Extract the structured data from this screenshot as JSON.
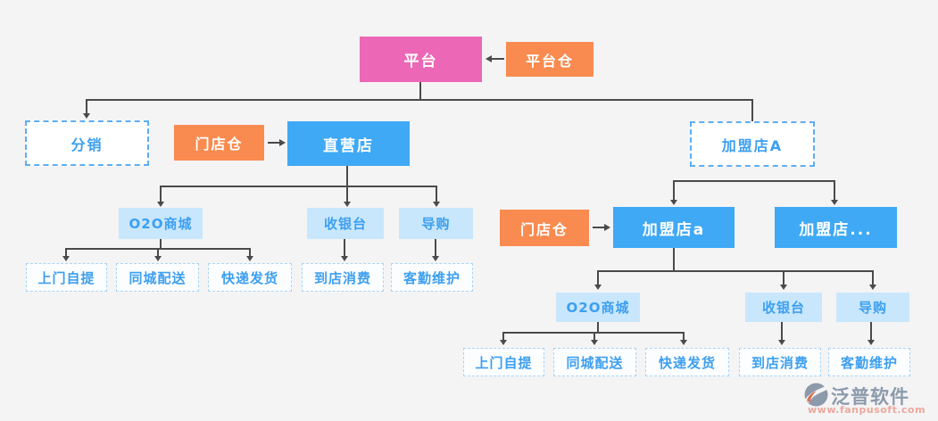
{
  "diagram": {
    "nodes": {
      "platform": {
        "label": "平台"
      },
      "platform_warehouse": {
        "label": "平台仓"
      },
      "distribution": {
        "label": "分销"
      },
      "store_warehouse_left": {
        "label": "门店仓"
      },
      "direct_store": {
        "label": "直营店"
      },
      "franchise_store_A": {
        "label": "加盟店A"
      },
      "o2o_mall_left": {
        "label": "O2O商城"
      },
      "cashier_left": {
        "label": "收银台"
      },
      "shopping_guide_left": {
        "label": "导购"
      },
      "pickup_left": {
        "label": "上门自提"
      },
      "city_delivery_left": {
        "label": "同城配送"
      },
      "express_left": {
        "label": "快递发货"
      },
      "instore_left": {
        "label": "到店消费"
      },
      "care_left": {
        "label": "客勤维护"
      },
      "store_warehouse_right": {
        "label": "门店仓"
      },
      "franchise_store_a": {
        "label": "加盟店a"
      },
      "franchise_store_more": {
        "label": "加盟店..."
      },
      "o2o_mall_right": {
        "label": "O2O商城"
      },
      "cashier_right": {
        "label": "收银台"
      },
      "shopping_guide_right": {
        "label": "导购"
      },
      "pickup_right": {
        "label": "上门自提"
      },
      "city_delivery_right": {
        "label": "同城配送"
      },
      "express_right": {
        "label": "快递发货"
      },
      "instore_right": {
        "label": "到店消费"
      },
      "care_right": {
        "label": "客勤维护"
      }
    },
    "edges": [
      {
        "from": "platform_warehouse",
        "to": "platform"
      },
      {
        "from": "platform",
        "to": "distribution"
      },
      {
        "from": "platform",
        "to": "franchise_store_A"
      },
      {
        "from": "store_warehouse_left",
        "to": "direct_store"
      },
      {
        "from": "direct_store",
        "to": "o2o_mall_left"
      },
      {
        "from": "direct_store",
        "to": "cashier_left"
      },
      {
        "from": "direct_store",
        "to": "shopping_guide_left"
      },
      {
        "from": "o2o_mall_left",
        "to": "pickup_left"
      },
      {
        "from": "o2o_mall_left",
        "to": "city_delivery_left"
      },
      {
        "from": "o2o_mall_left",
        "to": "express_left"
      },
      {
        "from": "cashier_left",
        "to": "instore_left"
      },
      {
        "from": "shopping_guide_left",
        "to": "care_left"
      },
      {
        "from": "franchise_store_A",
        "to": "franchise_store_a"
      },
      {
        "from": "franchise_store_A",
        "to": "franchise_store_more"
      },
      {
        "from": "store_warehouse_right",
        "to": "franchise_store_a"
      },
      {
        "from": "franchise_store_a",
        "to": "o2o_mall_right"
      },
      {
        "from": "franchise_store_a",
        "to": "cashier_right"
      },
      {
        "from": "franchise_store_a",
        "to": "shopping_guide_right"
      },
      {
        "from": "o2o_mall_right",
        "to": "pickup_right"
      },
      {
        "from": "o2o_mall_right",
        "to": "city_delivery_right"
      },
      {
        "from": "o2o_mall_right",
        "to": "express_right"
      },
      {
        "from": "cashier_right",
        "to": "instore_right"
      },
      {
        "from": "shopping_guide_right",
        "to": "care_right"
      }
    ],
    "colors": {
      "platform_pink": "#EC67B6",
      "warehouse_orange": "#F98B50",
      "store_blue": "#3FA9F5",
      "light_blue_fill": "#C9E7FC",
      "blue_text": "#3D9FF0",
      "dashed_border_blue": "#5FAEF0",
      "leaf_dashed_border": "#A9D4F3",
      "connector_gray": "#4A4A4A",
      "background": "#F4F4F5"
    }
  },
  "watermark": {
    "brand": "泛普软件",
    "url": "www.fanpusoft.com",
    "brand_color": "#8C9AAB",
    "url_color": "#ECA89C"
  }
}
